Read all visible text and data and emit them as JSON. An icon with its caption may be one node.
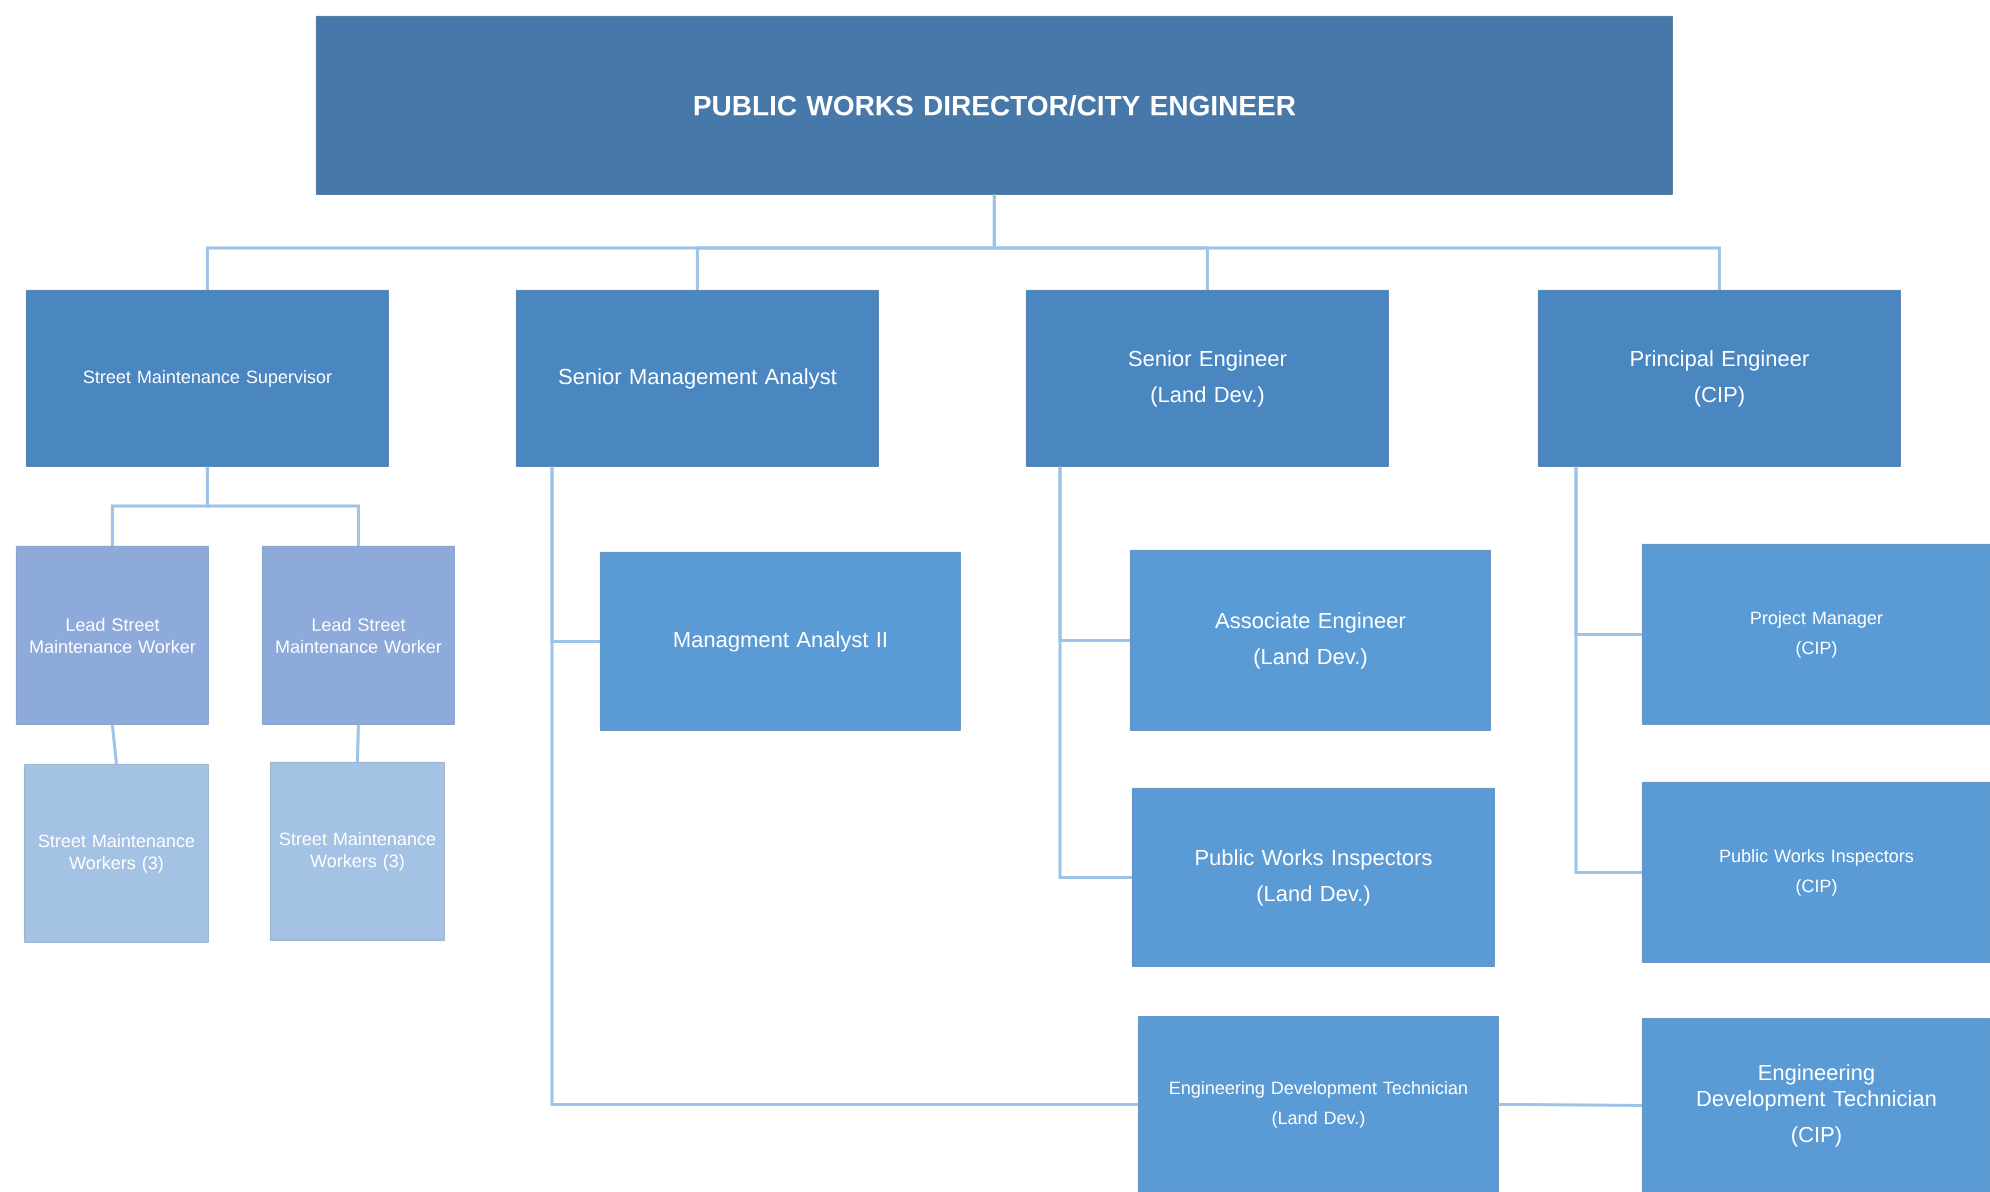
{
  "diagram": {
    "nodes": [
      {
        "text": [
          "PUBLIC WORKS DIRECTOR/CITY ENGINEER"
        ]
      },
      {
        "text": [
          "Street Maintenance Supervisor"
        ]
      },
      {
        "text": [
          "Senior Management Analyst"
        ]
      },
      {
        "text": [
          "Senior Engineer",
          "(Land Dev.)"
        ]
      },
      {
        "text": [
          "Principal Engineer",
          "(CIP)"
        ]
      },
      {
        "text": [
          "Lead Street Maintenance Worker"
        ]
      },
      {
        "text": [
          "Lead Street Maintenance Worker"
        ]
      },
      {
        "text": [
          "Street Maintenance Workers (3)"
        ]
      },
      {
        "text": [
          "Street Maintenance Workers (3)"
        ]
      },
      {
        "text": [
          "Managment Analyst II"
        ]
      },
      {
        "text": [
          "Associate Engineer",
          "(Land Dev.)"
        ]
      },
      {
        "text": [
          "Public Works Inspectors",
          "(Land Dev.)"
        ]
      },
      {
        "text": [
          "Project Manager",
          "(CIP)"
        ]
      },
      {
        "text": [
          "Public Works Inspectors",
          "(CIP)"
        ]
      },
      {
        "text": [
          "Engineering Development Technician",
          "(Land Dev.)"
        ]
      },
      {
        "text": [
          "Engineering Development Technician",
          "(CIP)"
        ]
      }
    ],
    "edges": [
      {
        "from": 0,
        "to": 1,
        "arrow": "none"
      },
      {
        "from": 0,
        "to": 2,
        "arrow": "none"
      },
      {
        "from": 0,
        "to": 3,
        "arrow": "none"
      },
      {
        "from": 0,
        "to": 4,
        "arrow": "none"
      },
      {
        "from": 1,
        "to": 5,
        "arrow": "none"
      },
      {
        "from": 1,
        "to": 6,
        "arrow": "none"
      },
      {
        "from": 5,
        "to": 7,
        "arrow": "none"
      },
      {
        "from": 6,
        "to": 8,
        "arrow": "none"
      },
      {
        "from": 2,
        "to": 9,
        "arrow": "none"
      },
      {
        "from": 2,
        "to": 14,
        "arrow": "none"
      },
      {
        "from": 3,
        "to": 10,
        "arrow": "none"
      },
      {
        "from": 3,
        "to": 11,
        "arrow": "none"
      },
      {
        "from": 4,
        "to": 12,
        "arrow": "none"
      },
      {
        "from": 4,
        "to": 13,
        "arrow": "none"
      },
      {
        "from": 14,
        "to": 15,
        "arrow": "none"
      }
    ]
  }
}
